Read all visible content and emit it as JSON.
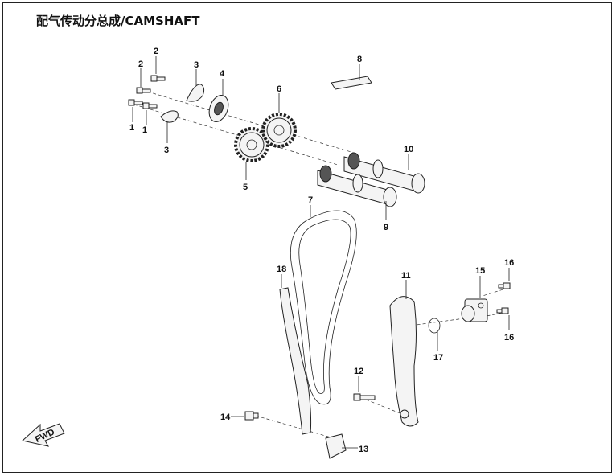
{
  "title": "配气传动分总成/CAMSHAFT",
  "fwd_label": "FWD",
  "callouts": {
    "c1a": "1",
    "c1b": "1",
    "c2a": "2",
    "c2b": "2",
    "c3a": "3",
    "c3b": "3",
    "c4": "4",
    "c5": "5",
    "c6": "6",
    "c7": "7",
    "c8": "8",
    "c9": "9",
    "c10": "10",
    "c11": "11",
    "c12": "12",
    "c13": "13",
    "c14": "14",
    "c15": "15",
    "c16a": "16",
    "c16b": "16",
    "c17": "17",
    "c18": "18"
  }
}
